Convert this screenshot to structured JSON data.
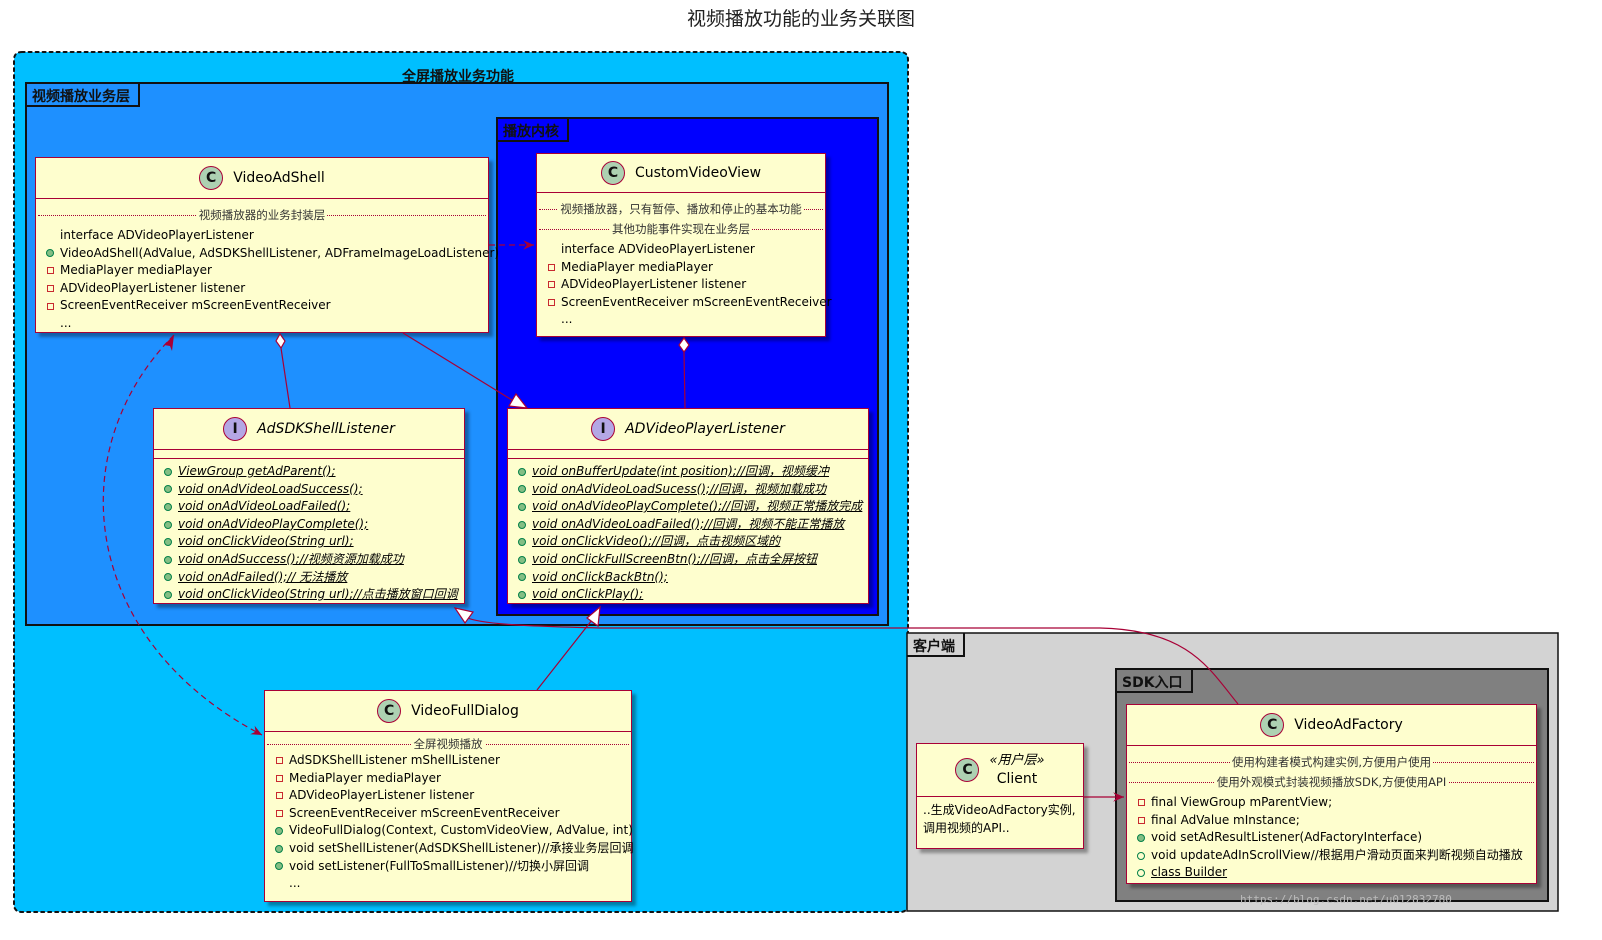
{
  "diagram_title": "视频播放功能的业务关联图",
  "packages": {
    "fullscreen": "全屏播放业务功能",
    "business_layer": "视频播放业务层",
    "kernel": "播放内核",
    "client_side": "客户端",
    "sdk_entry": "SDK入口"
  },
  "classes": {
    "video_ad_shell": {
      "name": "VideoAdShell",
      "stereotype_icon": "C",
      "separator": "视频播放器的业务封装层",
      "members": [
        {
          "vis": "none",
          "text": "interface ADVideoPlayerListener"
        },
        {
          "vis": "public",
          "text": "VideoAdShell(AdValue, AdSDKShellListener, ADFrameImageLoadListener)"
        },
        {
          "vis": "private",
          "text": "MediaPlayer mediaPlayer"
        },
        {
          "vis": "private",
          "text": "ADVideoPlayerListener listener"
        },
        {
          "vis": "private",
          "text": "ScreenEventReceiver mScreenEventReceiver"
        },
        {
          "vis": "none",
          "text": "..."
        }
      ]
    },
    "custom_video_view": {
      "name": "CustomVideoView",
      "stereotype_icon": "C",
      "separator1": "视频播放器，只有暂停、播放和停止的基本功能",
      "separator2": "其他功能事件实现在业务层",
      "members": [
        {
          "vis": "none",
          "text": "interface ADVideoPlayerListener"
        },
        {
          "vis": "private",
          "text": "MediaPlayer mediaPlayer"
        },
        {
          "vis": "private",
          "text": "ADVideoPlayerListener listener"
        },
        {
          "vis": "private",
          "text": "ScreenEventReceiver mScreenEventReceiver"
        },
        {
          "vis": "none",
          "text": "..."
        }
      ]
    },
    "ad_sdk_shell_listener": {
      "name": "AdSDKShellListener",
      "stereotype_icon": "I",
      "members": [
        {
          "vis": "public",
          "text": "ViewGroup getAdParent();"
        },
        {
          "vis": "public",
          "text": "void onAdVideoLoadSuccess();"
        },
        {
          "vis": "public",
          "text": "void onAdVideoLoadFailed();"
        },
        {
          "vis": "public",
          "text": "void onAdVideoPlayComplete();"
        },
        {
          "vis": "public",
          "text": "void onClickVideo(String url);"
        },
        {
          "vis": "public",
          "text": "void onAdSuccess();//视频资源加载成功"
        },
        {
          "vis": "public",
          "text": "void onAdFailed();// 无法播放"
        },
        {
          "vis": "public",
          "text": "void onClickVideo(String url);//点击播放窗口回调"
        }
      ]
    },
    "ad_video_player_listener": {
      "name": "ADVideoPlayerListener",
      "stereotype_icon": "I",
      "members": [
        {
          "vis": "public",
          "text": "void onBufferUpdate(int position);//回调，视频缓冲"
        },
        {
          "vis": "public",
          "text": "void onAdVideoLoadSucess();//回调，视频加载成功"
        },
        {
          "vis": "public",
          "text": "void onAdVideoPlayComplete();//回调，视频正常播放完成"
        },
        {
          "vis": "public",
          "text": "void onAdVideoLoadFailed();//回调，视频不能正常播放"
        },
        {
          "vis": "public",
          "text": "void onClickVideo();//回调，点击视频区域的"
        },
        {
          "vis": "public",
          "text": "void onClickFullScreenBtn();//回调，点击全屏按钮"
        },
        {
          "vis": "public",
          "text": "void onClickBackBtn();"
        },
        {
          "vis": "public",
          "text": "void onClickPlay();"
        }
      ]
    },
    "video_full_dialog": {
      "name": "VideoFullDialog",
      "stereotype_icon": "C",
      "separator": "全屏视频播放",
      "members": [
        {
          "vis": "private",
          "text": "AdSDKShellListener mShellListener"
        },
        {
          "vis": "private",
          "text": "MediaPlayer mediaPlayer"
        },
        {
          "vis": "private",
          "text": "ADVideoPlayerListener listener"
        },
        {
          "vis": "private",
          "text": "ScreenEventReceiver mScreenEventReceiver"
        },
        {
          "vis": "public",
          "text": "VideoFullDialog(Context, CustomVideoView, AdValue, int)"
        },
        {
          "vis": "public",
          "text": "void setShellListener(AdSDKShellListener)//承接业务层回调"
        },
        {
          "vis": "public",
          "text": "void setListener(FullToSmallListener)//切换小屏回调"
        },
        {
          "vis": "none",
          "text": "..."
        }
      ]
    },
    "client": {
      "name": "Client",
      "stereotype": "«用户层»",
      "stereotype_icon": "C",
      "note_lines": [
        "..生成VideoAdFactory实例,",
        "调用视频的API.."
      ]
    },
    "video_ad_factory": {
      "name": "VideoAdFactory",
      "stereotype_icon": "C",
      "separator1": "使用构建者模式构建实例,方便用户使用",
      "separator2": "使用外观模式封装视频播放SDK,方便使用API",
      "members": [
        {
          "vis": "private",
          "text": "final ViewGroup mParentView;"
        },
        {
          "vis": "private",
          "text": "final AdValue mInstance;"
        },
        {
          "vis": "public",
          "text": "void setAdResultListener(AdFactoryInterface)"
        },
        {
          "vis": "public_hollow",
          "text": "void updateAdInScrollView//根据用户滑动页面来判断视频自动播放"
        },
        {
          "vis": "public_hollow",
          "text": "class Builder"
        }
      ]
    }
  },
  "watermark": "https://blog.csdn.net/u012832780",
  "colors": {
    "fullscreen_bg": "#00bfff",
    "business_bg": "#1e90ff",
    "kernel_bg": "#0000ff",
    "client_bg": "#d3d3d3",
    "sdk_bg": "#808080",
    "class_bg": "#fefece",
    "class_border": "#a80036"
  }
}
